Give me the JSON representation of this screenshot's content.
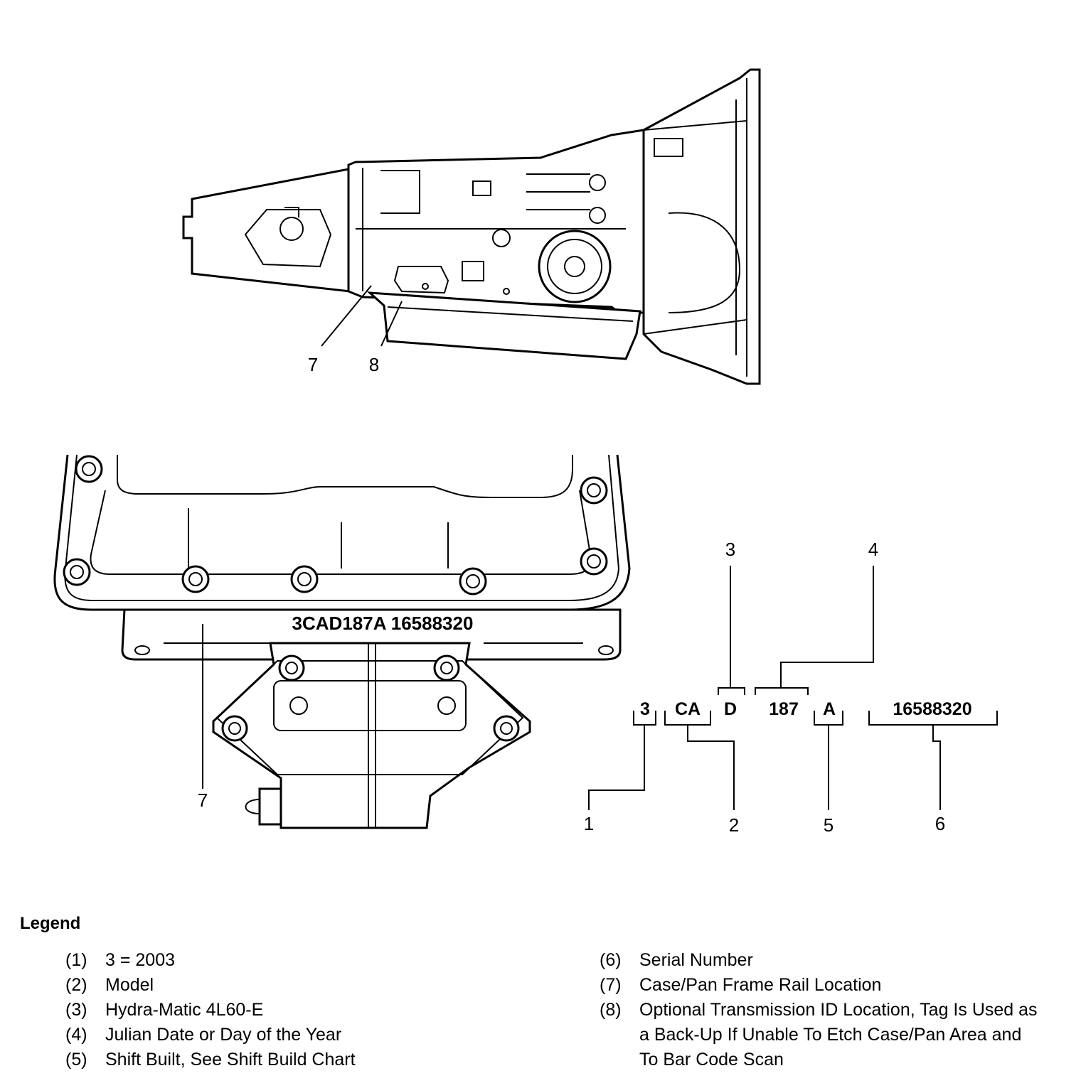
{
  "figure": {
    "etched_code": "3CAD187A  16588320",
    "callouts": {
      "top_7": "7",
      "top_8": "8",
      "pan_7": "7",
      "code_1": "1",
      "code_2": "2",
      "code_3": "3",
      "code_4": "4",
      "code_5": "5",
      "code_6": "6"
    },
    "code_segments": {
      "year": "3",
      "model": "CA",
      "hydramatic": "D",
      "julian": "187",
      "shift": "A",
      "serial": "16588320"
    }
  },
  "legend": {
    "title": "Legend",
    "left": [
      {
        "num": "(1)",
        "text": "3 = 2003"
      },
      {
        "num": "(2)",
        "text": "Model"
      },
      {
        "num": "(3)",
        "text": "Hydra-Matic 4L60-E"
      },
      {
        "num": "(4)",
        "text": "Julian Date or Day of the Year"
      },
      {
        "num": "(5)",
        "text": "Shift Built, See Shift Build Chart"
      }
    ],
    "right": [
      {
        "num": "(6)",
        "text": "Serial Number"
      },
      {
        "num": "(7)",
        "text": "Case/Pan Frame Rail Location"
      },
      {
        "num": "(8)",
        "text": "Optional Transmission ID Location, Tag Is Used as a Back-Up If Unable To Etch Case/Pan Area and To Bar Code Scan"
      }
    ]
  }
}
